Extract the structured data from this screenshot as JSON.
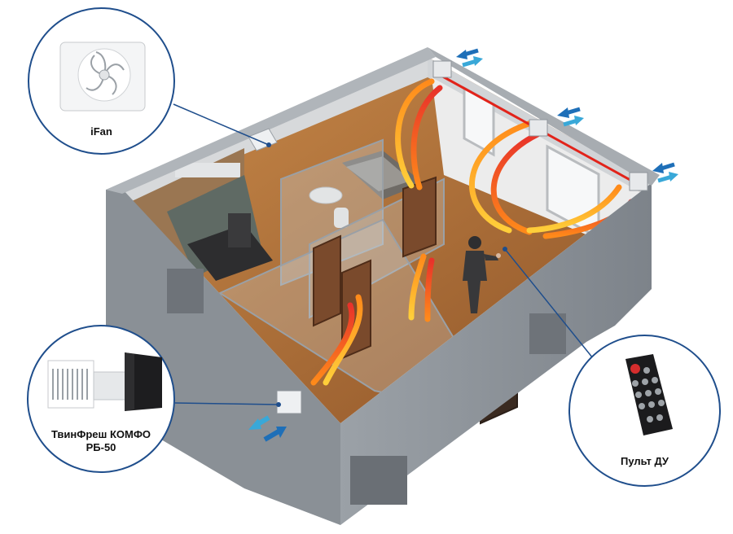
{
  "callouts": {
    "ifan": {
      "label": "iFan",
      "icon": "exhaust-fan-icon"
    },
    "twinfresh": {
      "label_line1": "ТвинФреш КОМФО",
      "label_line2": "РБ-50",
      "icon": "wall-ventilator-icon"
    },
    "remote": {
      "label": "Пульт ДУ",
      "icon": "remote-control-icon"
    }
  },
  "colors": {
    "callout_border": "#1f4e8c",
    "air_warm": "#ff9a1a",
    "air_hot": "#e8322a",
    "air_cold": "#1e6fb8",
    "air_fresh": "#39a8d8",
    "heating_line": "#e2231a",
    "wall": "#8f959b",
    "floor": "#b5733a"
  }
}
